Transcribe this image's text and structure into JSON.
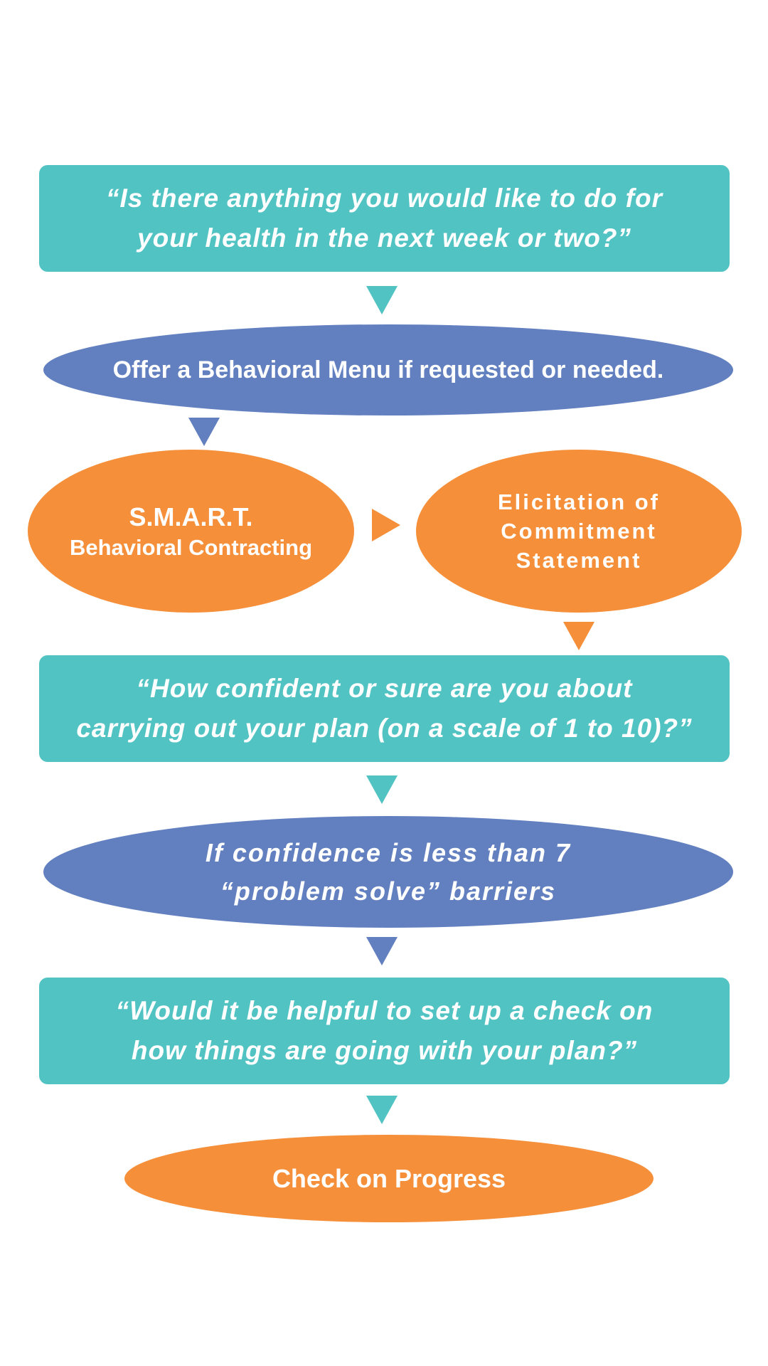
{
  "colors": {
    "teal": "#52c3c3",
    "blue": "#6280c0",
    "orange": "#f58f3a"
  },
  "steps": {
    "ask_line1": "“Is there anything you would like to do for",
    "ask_line2": "your health in the next week or two?”",
    "menu": "Offer a Behavioral Menu if requested or needed.",
    "smart_title": "S.M.A.R.T.",
    "smart_sub": "Behavioral Contracting",
    "commit_line1": "Elicitation of",
    "commit_line2": "Commitment",
    "commit_line3": "Statement",
    "confidence_line1": "“How confident or sure are you about",
    "confidence_line2": "carrying out your plan  (on a scale of 1 to 10)?”",
    "barrier_line1": "If confidence is less than 7",
    "barrier_line2": "“problem solve” barriers",
    "check_line1": "“Would it be helpful to set up a check on",
    "check_line2": "how things are going with your plan?”",
    "progress": "Check on Progress"
  }
}
